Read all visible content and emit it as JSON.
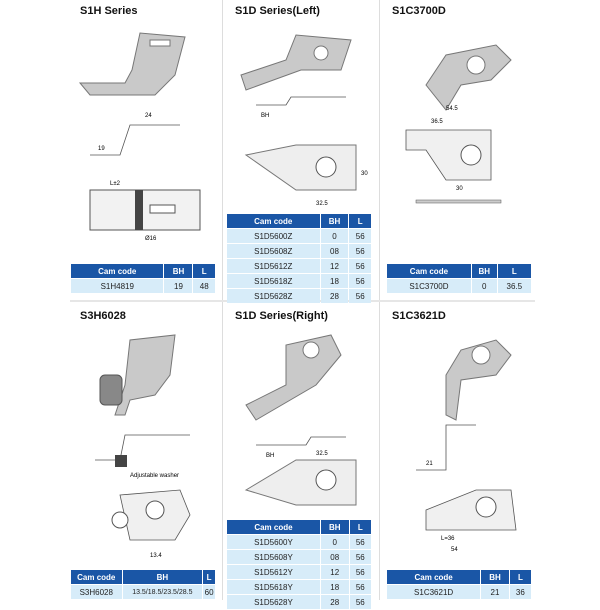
{
  "panels": [
    {
      "title": "S1H Series",
      "headers": [
        "Cam code",
        "BH",
        "L"
      ],
      "rows": [
        [
          "S1H4819",
          "19",
          "48"
        ]
      ]
    },
    {
      "title": "S1D Series(Left)",
      "headers": [
        "Cam code",
        "BH",
        "L"
      ],
      "rows": [
        [
          "S1D5600Z",
          "0",
          "56"
        ],
        [
          "S1D5608Z",
          "08",
          "56"
        ],
        [
          "S1D5612Z",
          "12",
          "56"
        ],
        [
          "S1D5618Z",
          "18",
          "56"
        ],
        [
          "S1D5628Z",
          "28",
          "56"
        ]
      ]
    },
    {
      "title": "S1C3700D",
      "headers": [
        "Cam code",
        "BH",
        "L"
      ],
      "rows": [
        [
          "S1C3700D",
          "0",
          "36.5"
        ]
      ]
    },
    {
      "title": "S3H6028",
      "headers": [
        "Cam code",
        "BH",
        "L"
      ],
      "rows": [
        [
          "S3H6028",
          "13.5/18.5/23.5/28.5",
          "60"
        ]
      ],
      "note": "Adjustable washer"
    },
    {
      "title": "S1D Series(Right)",
      "headers": [
        "Cam code",
        "BH",
        "L"
      ],
      "rows": [
        [
          "S1D5600Y",
          "0",
          "56"
        ],
        [
          "S1D5608Y",
          "08",
          "56"
        ],
        [
          "S1D5612Y",
          "12",
          "56"
        ],
        [
          "S1D5618Y",
          "18",
          "56"
        ],
        [
          "S1D5628Y",
          "28",
          "56"
        ]
      ]
    },
    {
      "title": "S1C3621D",
      "headers": [
        "Cam code",
        "BH",
        "L"
      ],
      "rows": [
        [
          "S1C3621D",
          "21",
          "36"
        ]
      ]
    }
  ]
}
